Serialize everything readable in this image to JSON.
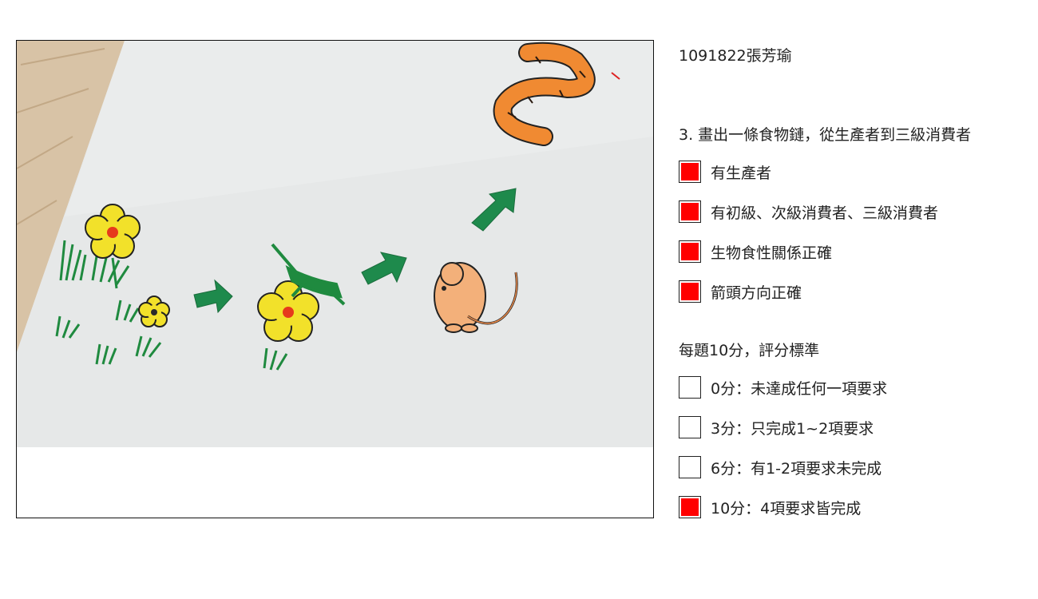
{
  "student": {
    "id_name": "1091822張芳瑜"
  },
  "question": {
    "text": "3. 畫出一條食物鏈，從生產者到三級消費者"
  },
  "criteria": [
    {
      "label": "有生產者",
      "checked": true
    },
    {
      "label": "有初級、次級消費者、三級消費者",
      "checked": true
    },
    {
      "label": "生物食性關係正確",
      "checked": true
    },
    {
      "label": "箭頭方向正確",
      "checked": true
    }
  ],
  "rubric": {
    "title": "每題10分，評分標準",
    "options": [
      {
        "label": "0分：未達成任何一項要求",
        "checked": false
      },
      {
        "label": "3分：只完成1~2項要求",
        "checked": false
      },
      {
        "label": "6分：有1-2項要求未完成",
        "checked": false
      },
      {
        "label": "10分：4項要求皆完成",
        "checked": true
      }
    ]
  },
  "colors": {
    "check_fill": "#ff0000",
    "arrow": "#1e8a4c",
    "flower": "#f2e12a",
    "snake": "#f08a32",
    "mouse": "#e8894a"
  },
  "photo": {
    "description_icon": "food-chain-drawing"
  }
}
